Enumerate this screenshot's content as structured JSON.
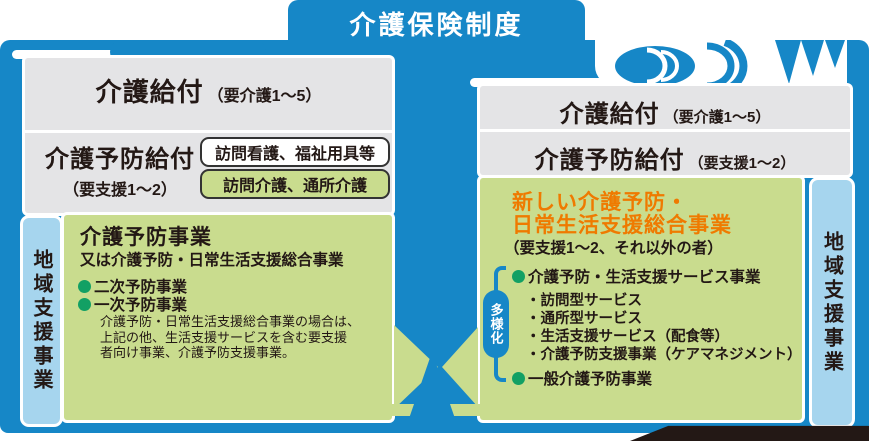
{
  "diagram_title": "介護保険制度",
  "before_panel": {
    "kaigo_kyufu": {
      "title": "介護給付",
      "note": "（要介護1～5）"
    },
    "yobo_kyufu": {
      "title": "介護予防給付",
      "note": "（要支援1～2）"
    },
    "service_box_white": "訪問看護、福祉用具等",
    "service_box_green": "訪問介護、通所介護",
    "side_label": "地域支援事業",
    "green_box": {
      "title": "介護予防事業",
      "subtitle": "又は介護予防・日常生活支援総合事業",
      "bullet_items": [
        "二次予防事業",
        "一次予防事業"
      ],
      "note_lines": [
        "介護予防・日常生活支援総合事業の場合は、",
        "上記の他、生活支援サービスを含む要支援",
        "者向け事業、介護予防支援事業。"
      ]
    }
  },
  "after_panel": {
    "kaigo_kyufu": {
      "title": "介護給付",
      "note": "（要介護1～5）"
    },
    "yobo_kyufu": {
      "title": "介護予防給付",
      "note": "（要支援1～2）"
    },
    "side_label": "地域支援事業",
    "green_box": {
      "title_line1": "新しい介護予防・",
      "title_line2": "日常生活支援総合事業",
      "subtitle": "（要支援1～2、それ以外の者）",
      "diversification_label": "多様化",
      "service_business": "介護予防・生活支援サービス事業",
      "service_items": [
        "・訪問型サービス",
        "・通所型サービス",
        "・生活支援サービス（配食等）",
        "・介護予防支援事業（ケアマネジメント）"
      ],
      "general_prevention": "一般介護予防事業"
    }
  },
  "colors": {
    "background_blue": "#1687C7",
    "panel_gray": "#E4E4E6",
    "box_green": "#C9DC8E",
    "bar_light_blue": "#A6D5EE",
    "accent_orange": "#EF7A00",
    "bullet_green": "#12A064",
    "dark_wedge": "#231815"
  }
}
